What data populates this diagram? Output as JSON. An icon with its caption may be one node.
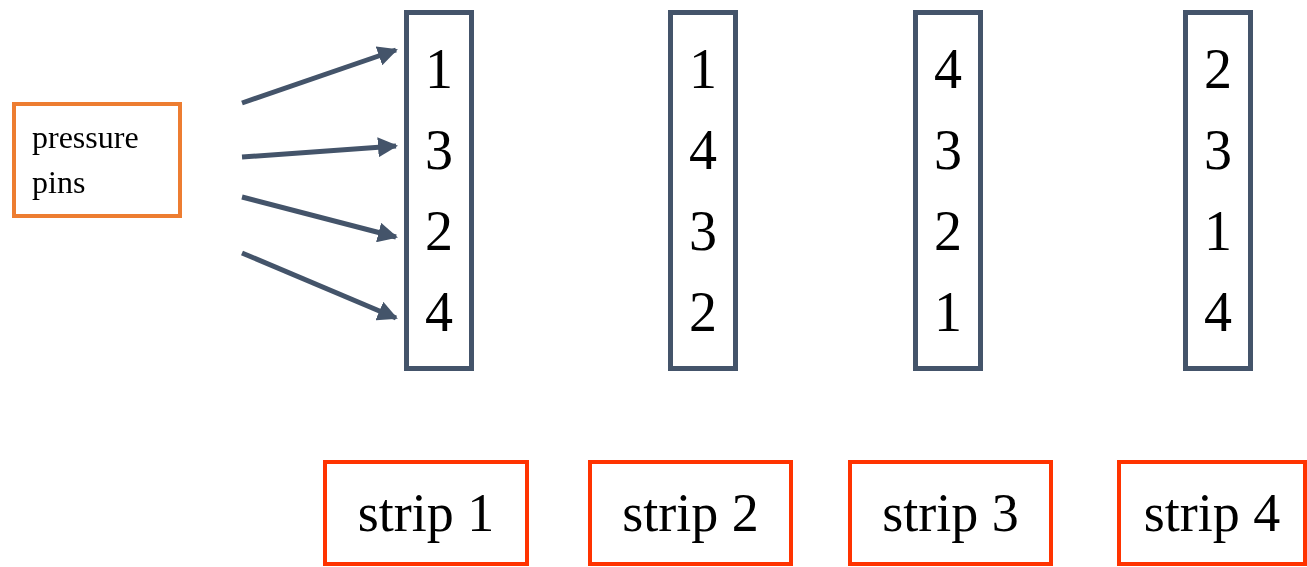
{
  "diagram": {
    "nodes": [
      {
        "text": [
          "pressure pins"
        ]
      },
      {
        "text": [
          "1",
          "3",
          "2",
          "4"
        ]
      },
      {
        "text": [
          "1",
          "4",
          "3",
          "2"
        ]
      },
      {
        "text": [
          "4",
          "3",
          "2",
          "1"
        ]
      },
      {
        "text": [
          "2",
          "3",
          "1",
          "4"
        ]
      },
      {
        "text": [
          "strip 1"
        ]
      },
      {
        "text": [
          "strip 2"
        ]
      },
      {
        "text": [
          "strip 3"
        ]
      },
      {
        "text": [
          "strip 4"
        ]
      }
    ],
    "edges": [
      {
        "from": null,
        "to": 1,
        "arrow": "to"
      },
      {
        "from": null,
        "to": 1,
        "arrow": "to"
      },
      {
        "from": null,
        "to": 1,
        "arrow": "to"
      },
      {
        "from": null,
        "to": 1,
        "arrow": "to"
      }
    ]
  }
}
